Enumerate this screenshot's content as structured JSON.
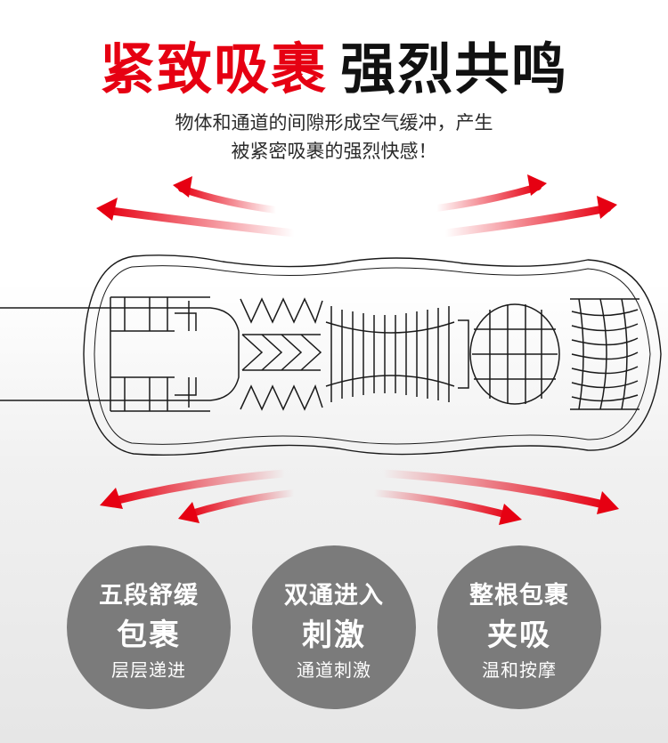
{
  "headline": {
    "red_text": "紧致吸裹",
    "black_text": "强烈共鸣",
    "red_color": "#e60012",
    "black_color": "#111111"
  },
  "subtitle": {
    "line1": "物体和通道的间隙形成空气缓冲，产生",
    "line2": "被紧密吸裹的强烈快感！"
  },
  "illustration": {
    "arrow_color": "#e60012",
    "line_color": "#1a1a1a"
  },
  "features": [
    {
      "line1": "五段舒缓",
      "line2": "包裹",
      "line3": "层层递进"
    },
    {
      "line1": "双通进入",
      "line2": "刺激",
      "line3": "通道刺激"
    },
    {
      "line1": "整根包裹",
      "line2": "夹吸",
      "line3": "温和按摩"
    }
  ],
  "circle_color": "#7b7b7b"
}
